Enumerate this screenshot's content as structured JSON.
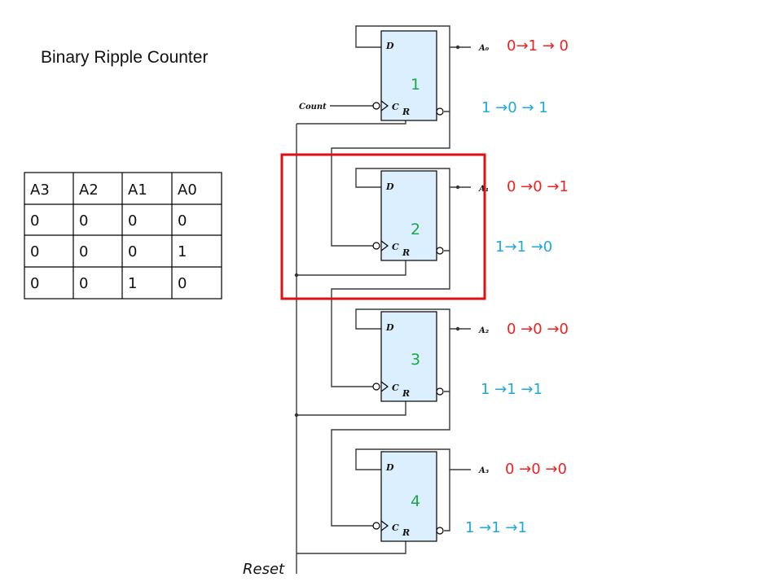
{
  "title": "Binary Ripple Counter",
  "count_label": "Count",
  "reset_label": "Reset",
  "table": {
    "headers": [
      "A3",
      "A2",
      "A1",
      "A0"
    ],
    "rows": [
      [
        "0",
        "0",
        "0",
        "0"
      ],
      [
        "0",
        "0",
        "0",
        "1"
      ],
      [
        "0",
        "0",
        "1",
        "0"
      ]
    ]
  },
  "pins": {
    "d": "D",
    "c": "C",
    "r": "R"
  },
  "flipflops": [
    {
      "num": "1",
      "out": "A₀",
      "q": "0→1 → 0",
      "qbar": "1 →0 → 1"
    },
    {
      "num": "2",
      "out": "A₁",
      "q": "0 →0 →1",
      "qbar": "1→1 →0"
    },
    {
      "num": "3",
      "out": "A₂",
      "q": "0 →0 →0",
      "qbar": "1 →1 →1"
    },
    {
      "num": "4",
      "out": "A₃",
      "q": "0 →0 →0",
      "qbar": "1 →1 →1"
    }
  ],
  "colors": {
    "q": "#ee2222",
    "qbar": "#1ea8dc",
    "number": "#1aa64a",
    "highlight": "#dd1111",
    "ff_fill": "#dcefff"
  }
}
